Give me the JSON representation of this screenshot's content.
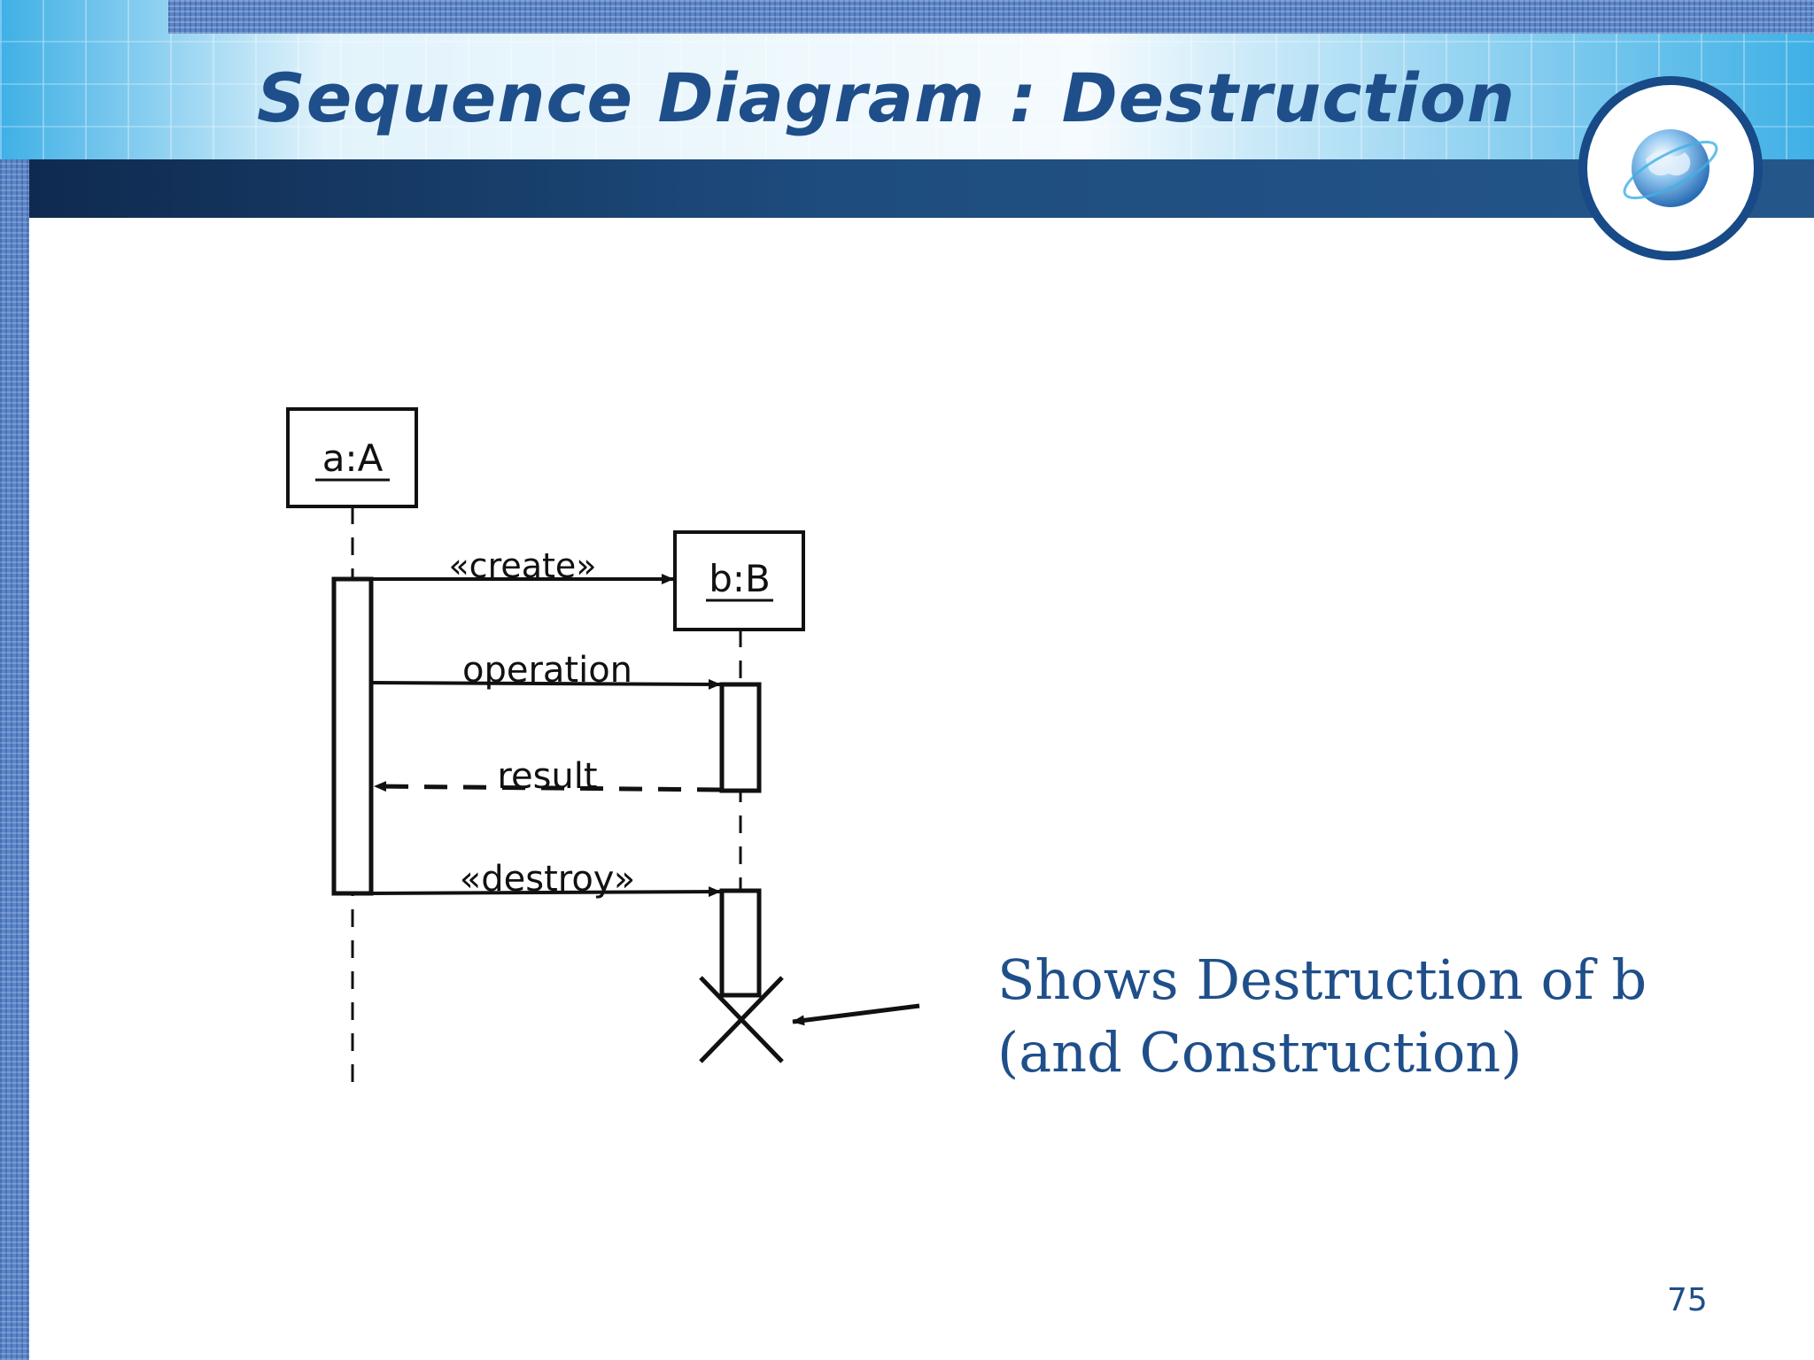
{
  "slide": {
    "title": "Sequence Diagram : Destruction",
    "page_number": "75",
    "logo_icon": "globe-icon",
    "colors": {
      "title": "#1f4f8a",
      "banner_dark": "#174a86",
      "accent": "#3fb0e6"
    }
  },
  "diagram": {
    "lifelines": [
      {
        "label": "a:A"
      },
      {
        "label": "b:B"
      }
    ],
    "messages": [
      {
        "label": "«create»",
        "kind": "create"
      },
      {
        "label": "operation",
        "kind": "sync"
      },
      {
        "label": "result",
        "kind": "return"
      },
      {
        "label": "«destroy»",
        "kind": "destroy"
      }
    ],
    "destruction_marker": "X"
  },
  "caption": {
    "line1": "Shows Destruction of b",
    "line2": "(and Construction)"
  }
}
